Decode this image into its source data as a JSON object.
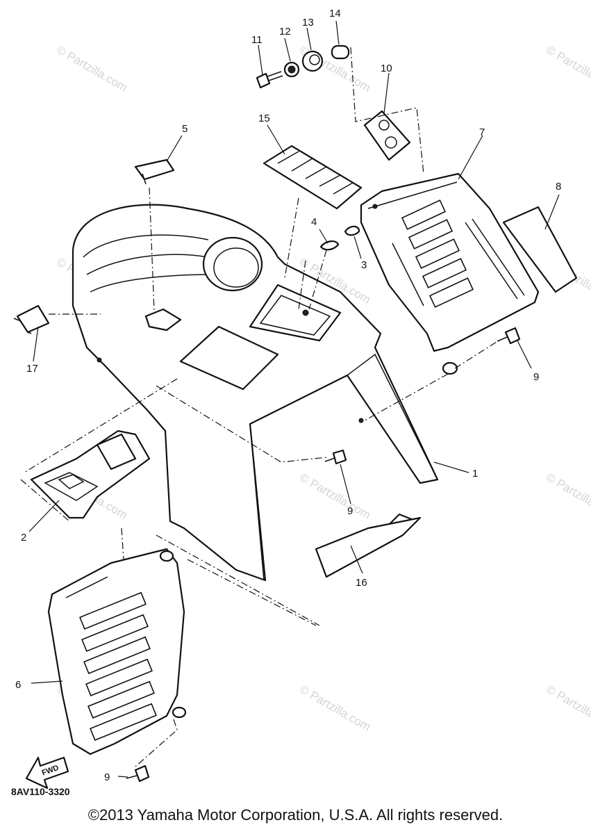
{
  "callouts": {
    "c1": "1",
    "c2": "2",
    "c3": "3",
    "c4": "4",
    "c5": "5",
    "c6": "6",
    "c7": "7",
    "c8": "8",
    "c9a": "9",
    "c9b": "9",
    "c9c": "9",
    "c10": "10",
    "c11": "11",
    "c12": "12",
    "c13": "13",
    "c14": "14",
    "c15": "15",
    "c16": "16",
    "c17": "17"
  },
  "watermark": "© Partzilla.com",
  "fwd_label": "FWD",
  "diagram_code": "8AV110-3320",
  "footer": "©2013 Yamaha Motor Corporation, U.S.A. All rights reserved."
}
